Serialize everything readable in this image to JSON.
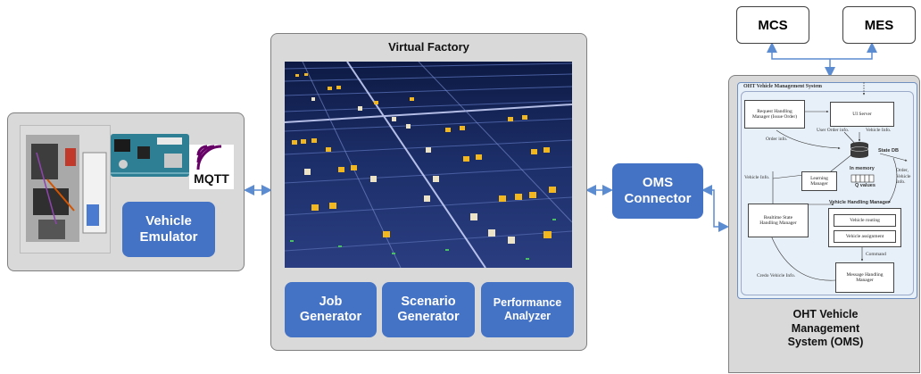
{
  "left": {
    "vehicle_emulator": "Vehicle Emulator",
    "mqtt_logo": "MQTT"
  },
  "center": {
    "title": "Virtual Factory",
    "job_generator": "Job Generator",
    "scenario_generator": "Scenario Generator",
    "performance_analyzer": "Performance Analyzer"
  },
  "connector": "OMS Connector",
  "right": {
    "mcs": "MCS",
    "mes": "MES",
    "oms_caption": "OHT Vehicle Management System (OMS)",
    "detail": {
      "system_title": "OHT Vehicle Management System",
      "request_manager": "Request Handling Manager (Issue Order)",
      "ui_server": "UI Server",
      "user_order_info": "User Order info.",
      "vehicle_info_top": "Vehicle Info.",
      "order_info": "Order info.",
      "state_db": "State DB",
      "in_memory": "In memory",
      "q_values": "Q values",
      "learning_manager": "Learning Manager",
      "vehicle_info_left": "Vehicle Info.",
      "order_vehicle_info": "Order, Vehicle Info.",
      "vehicle_handling_manager": "Vehicle Handling Manager",
      "vehicle_routing": "Vehicle routing",
      "vehicle_assignment": "Vehicle assignment",
      "realtime_state_manager": "Realtime State Handling Manager",
      "command": "Command",
      "message_handling_manager": "Message Handling Manager",
      "credo_vehicle_info": "Credo Vehicle Info."
    }
  },
  "colors": {
    "accent_blue": "#4472c4",
    "panel_gray": "#d9d9d9",
    "factory_bg": "#1b2a5e",
    "arrow_blue": "#5b8bd0"
  }
}
